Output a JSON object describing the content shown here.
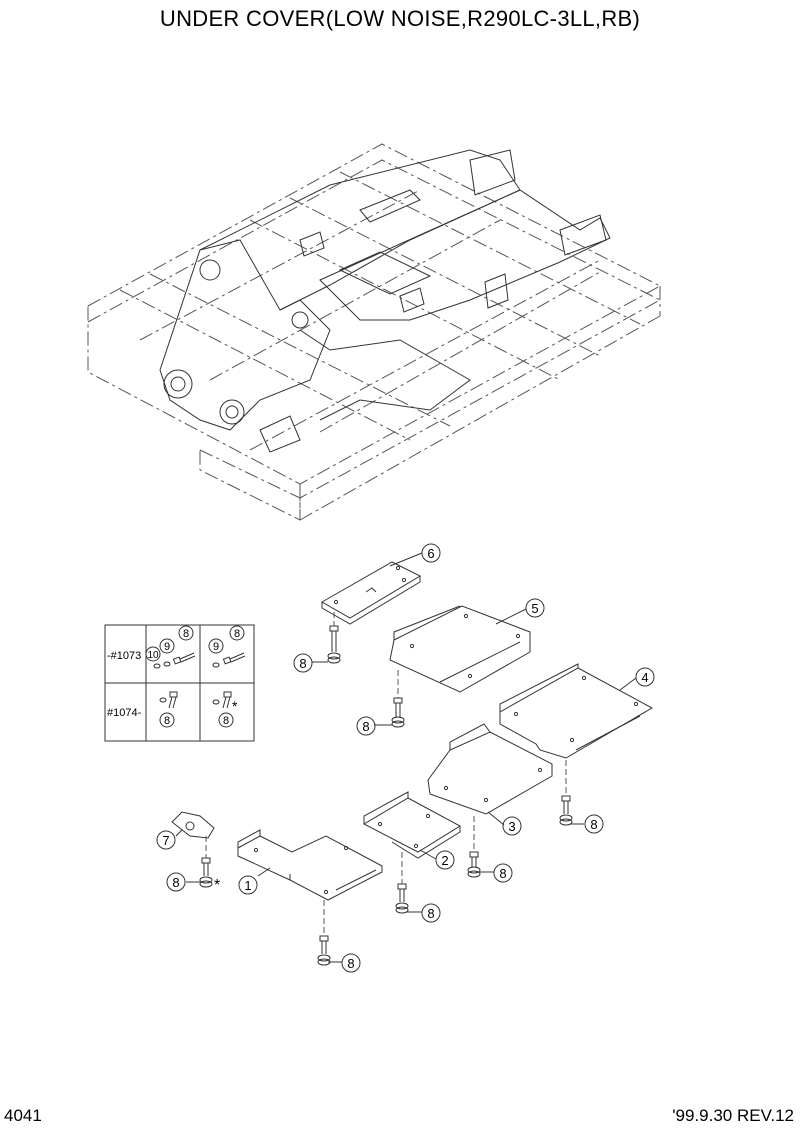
{
  "title": "UNDER COVER(LOW NOISE,R290LC-3LL,RB)",
  "page_number": "4041",
  "revision": "'99.9.30 REV.12",
  "callouts": {
    "c1": "1",
    "c2": "2",
    "c3": "3",
    "c4": "4",
    "c5": "5",
    "c6": "6",
    "c7": "7",
    "c8": "8",
    "c9": "9",
    "c10": "10"
  },
  "serial_table": {
    "rows": [
      {
        "label": "-#1073",
        "left": [
          "8",
          "9",
          "10"
        ],
        "right": [
          "8",
          "9"
        ]
      },
      {
        "label": "#1074-",
        "left": [
          "8"
        ],
        "right": [
          "8"
        ],
        "right_mark": "*"
      }
    ]
  },
  "marks": {
    "star": "*"
  }
}
